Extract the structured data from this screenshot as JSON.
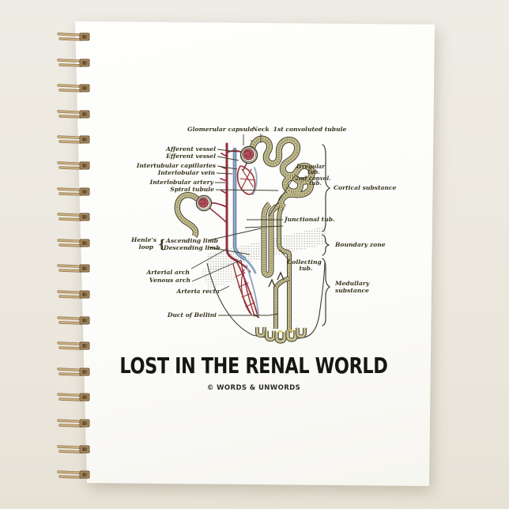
{
  "caption": {
    "title": "LOST IN THE RENAL WORLD",
    "credit": "© WORDS & UNWORDS"
  },
  "diagram": {
    "labels": {
      "glomerular_capsule": "Glomerular capsule",
      "neck": "Neck",
      "first_convoluted_tubule": "1st convoluted tubule",
      "afferent_vessel": "Afferent vessel",
      "efferent_vessel": "Efferent vessel",
      "intertubular_capillaries": "Intertubular capillaries",
      "interlobular_vein": "Interlobular vein",
      "interlobular_artery": "Interlobular artery",
      "spiral_tubule": "Spiral tubule",
      "irregular_tub_line1": "Irregular",
      "irregular_tub_line2": "tub.",
      "second_convol_tub_line1": "2nd convol.",
      "second_convol_tub_line2": "tub.",
      "cortical_substance": "Cortical substance",
      "junctional_tub": "Junctional tub.",
      "henles_line1": "Henle's",
      "henles_line2": "loop",
      "henles_brace": "{",
      "ascending_limb": "Ascending limb",
      "descending_limb": "Descending limb",
      "boundary_zone": "Boundary zone",
      "collecting_tub_line1": "Collecting",
      "collecting_tub_line2": "tub.",
      "arterial_arch": "Arterial arch",
      "venous_arch": "Venous arch",
      "arteria_recta": "Arteria recta",
      "medullary_line1": "Medullary",
      "medullary_line2": "substance",
      "duct_of_bellini": "Duct of Bellini"
    }
  },
  "colors": {
    "background": "#ebe7dd",
    "page": "#fcfcfa",
    "coil_gold": "#c9ae80",
    "tubule_olive": "#c6c091",
    "tubule_outline": "#45422e",
    "artery_red": "#94303f",
    "vein_blue": "#8fa9c4",
    "label_ink": "#38341f",
    "title_ink": "#161614"
  },
  "decor": {
    "coil_count": 18
  }
}
